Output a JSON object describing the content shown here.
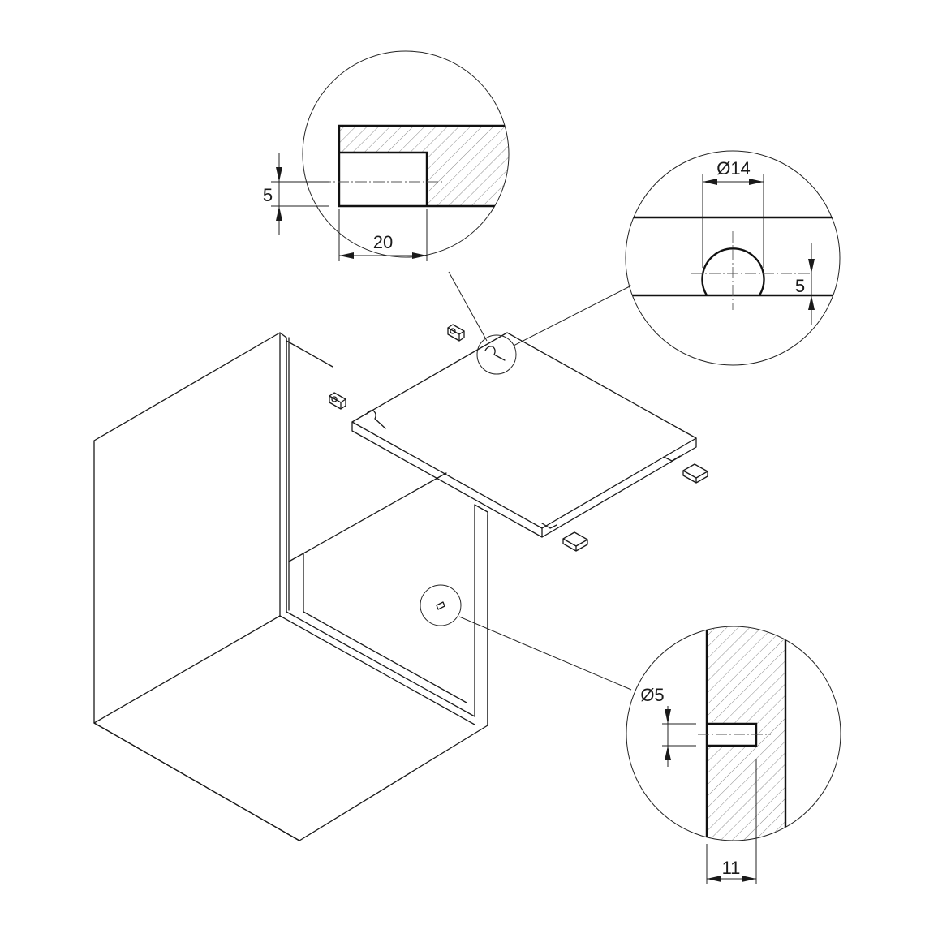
{
  "diagram": {
    "detail_shelf_recess": {
      "dims": {
        "width": "20",
        "depth": "5"
      }
    },
    "detail_support_hole": {
      "dims": {
        "diameter": "Ø14",
        "offset": "5"
      }
    },
    "detail_side_hole": {
      "dims": {
        "diameter": "Ø5",
        "depth": "11"
      }
    }
  },
  "colors": {
    "line": "#1a1a1a",
    "hatch": "#6d6d6d",
    "background": "#ffffff"
  }
}
